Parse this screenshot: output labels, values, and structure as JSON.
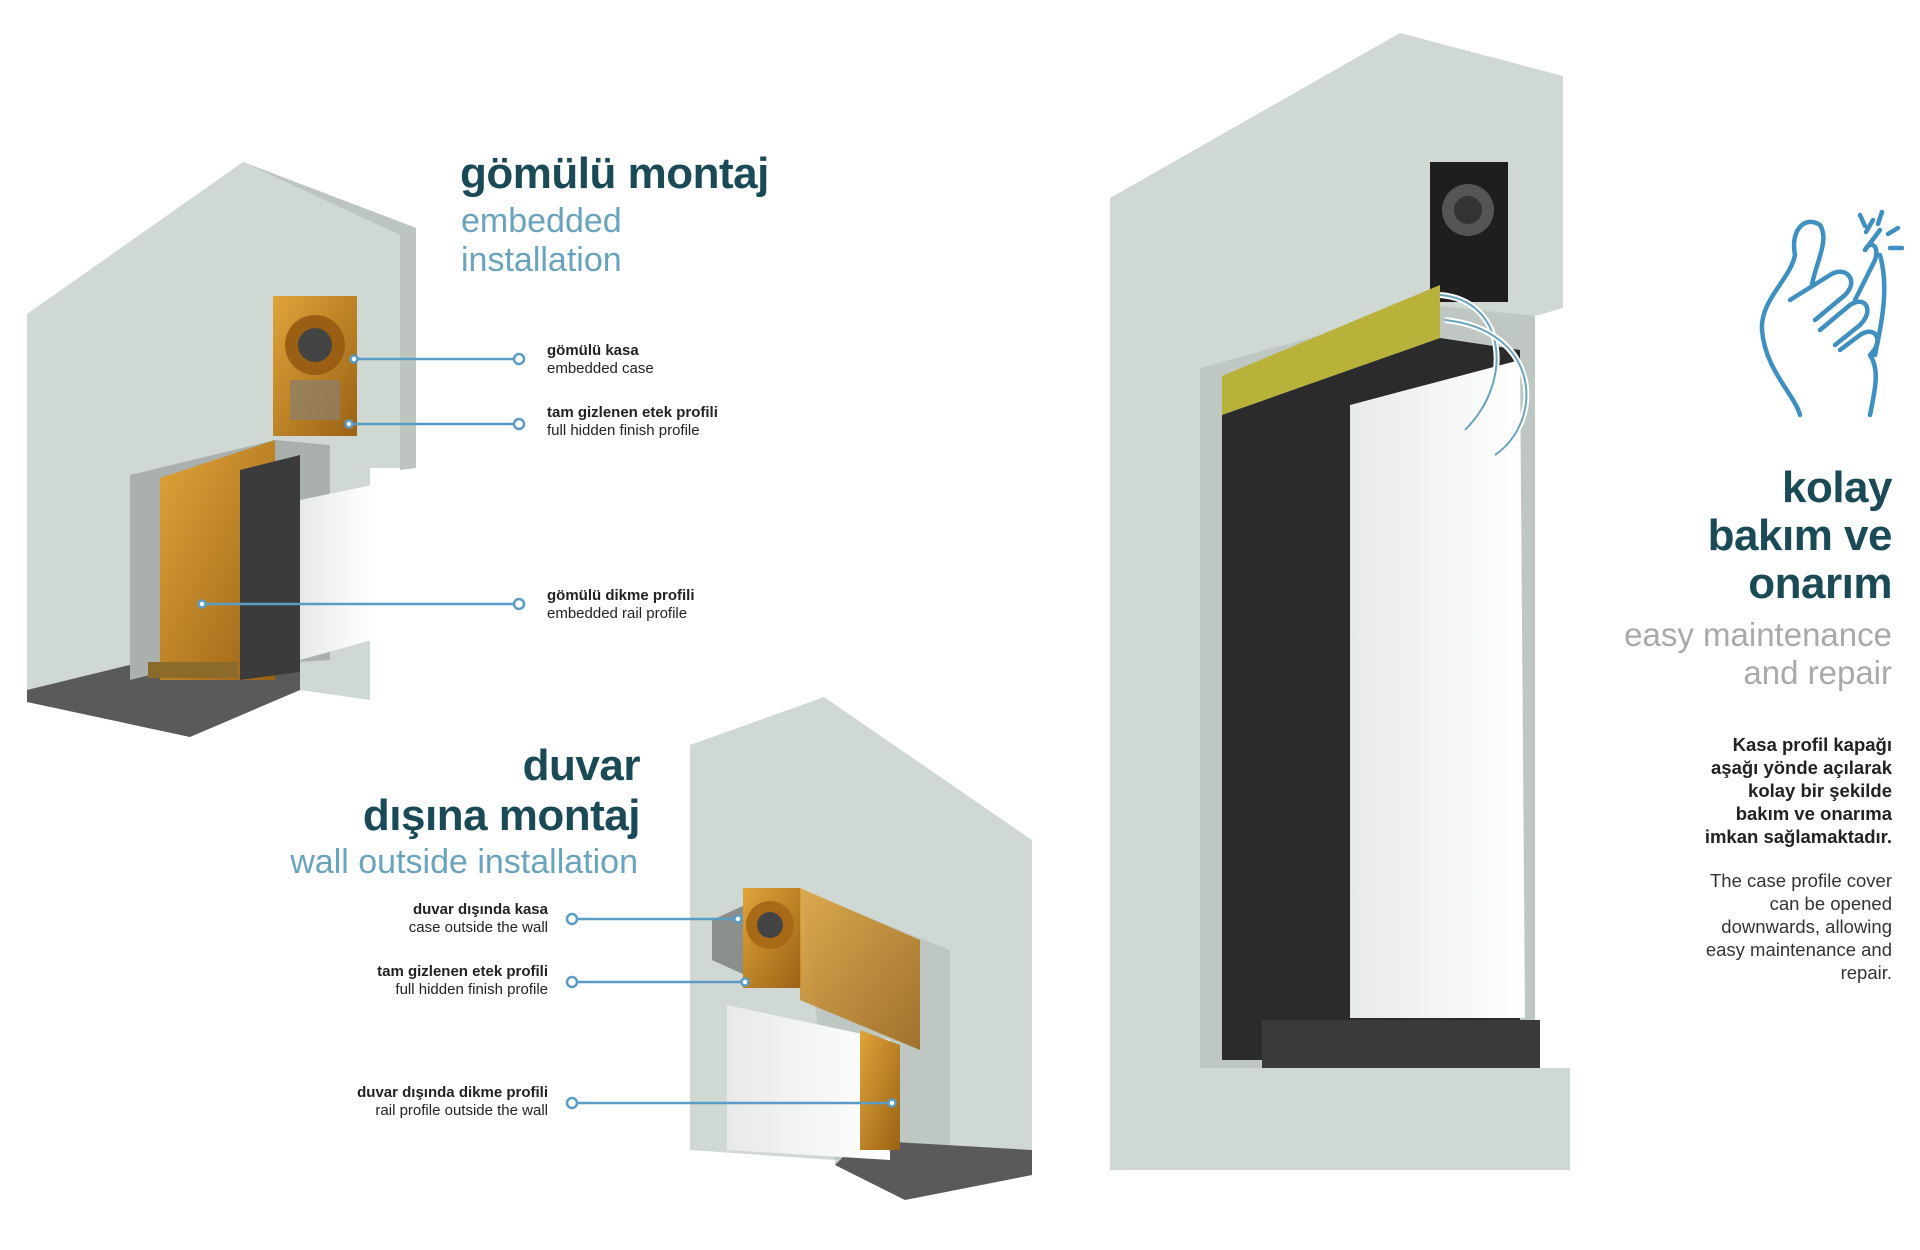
{
  "embedded": {
    "title": "gömülü montaj",
    "subtitle_line1": "embedded",
    "subtitle_line2": "installation",
    "callouts": [
      {
        "tr": "gömülü kasa",
        "en": "embedded case"
      },
      {
        "tr": "tam gizlenen etek profili",
        "en": "full hidden finish profile"
      },
      {
        "tr": "gömülü dikme profili",
        "en": "embedded rail profile"
      }
    ]
  },
  "wall_outside": {
    "title_line1": "duvar",
    "title_line2": "dışına montaj",
    "subtitle": "wall outside installation",
    "callouts": [
      {
        "tr": "duvar dışında kasa",
        "en": "case outside the wall"
      },
      {
        "tr": "tam gizlenen etek profili",
        "en": "full hidden finish profile"
      },
      {
        "tr": "duvar dışında dikme profili",
        "en": "rail profile outside the wall"
      }
    ]
  },
  "maintenance": {
    "title_line1": "kolay",
    "title_line2": "bakım ve",
    "title_line3": "onarım",
    "subtitle_line1": "easy maintenance",
    "subtitle_line2": "and repair",
    "tr_lines": [
      "Kasa profil kapağı",
      "aşağı yönde açılarak",
      "kolay bir şekilde",
      "bakım ve onarıma",
      "imkan sağlamaktadır."
    ],
    "en_lines": [
      "The case profile cover",
      "can be opened",
      "downwards, allowing",
      "easy maintenance and",
      "repair."
    ],
    "icon": "hand-snap-icon"
  },
  "colors": {
    "title_dark": "#1b4a57",
    "subtitle_blue": "#6aa3bd",
    "callout_line": "#5b9cc4",
    "wall": "#cdd6d1",
    "profile_gold": "#c98a1f",
    "cover_yellow": "#b9b23a"
  }
}
